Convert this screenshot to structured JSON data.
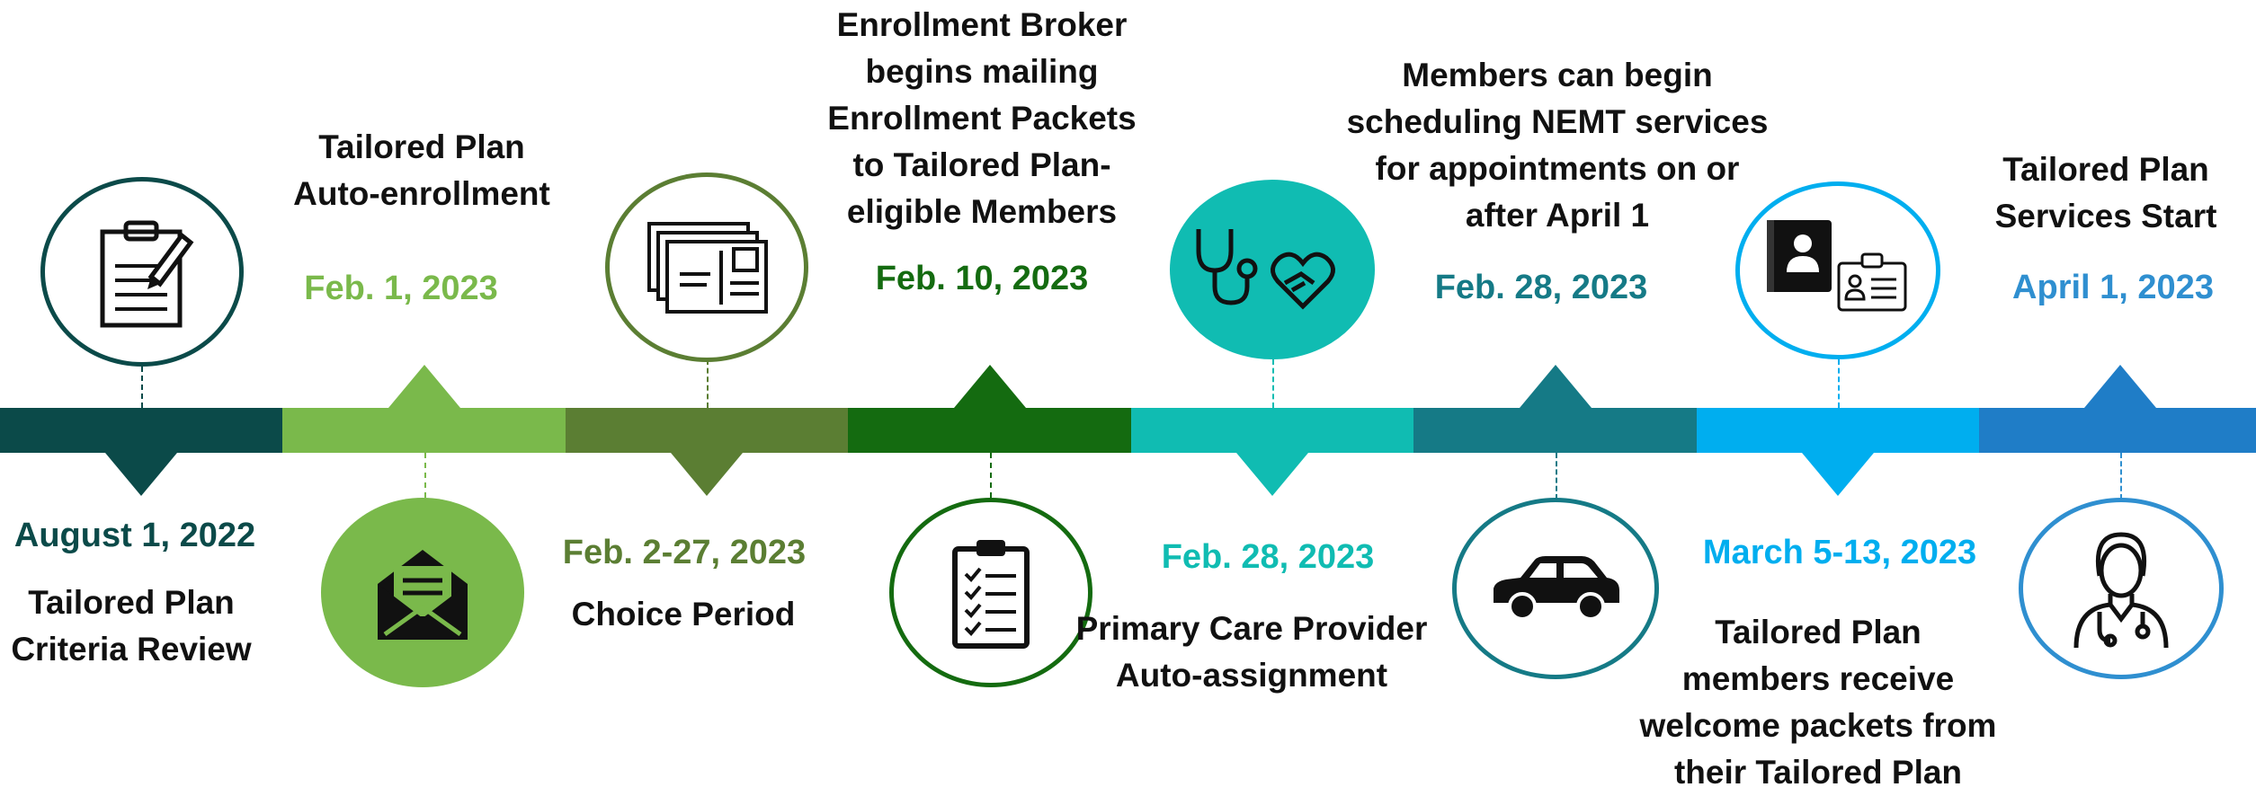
{
  "colors": {
    "c1": "#0b4a49",
    "c2": "#7ab94b",
    "c3": "#5b7e33",
    "c4": "#146b10",
    "c5": "#10bcb2",
    "c6": "#157a86",
    "c7": "#00aeef",
    "c8": "#2f8fd0"
  },
  "milestones": [
    {
      "date": "August 1, 2022",
      "label": "Tailored Plan Criteria Review",
      "icon": "clipboard-pencil-icon"
    },
    {
      "date": "Feb. 1, 2023",
      "label": "Tailored Plan Auto-enrollment",
      "icon": "open-envelope-icon"
    },
    {
      "date": "Feb. 2-27, 2023",
      "label": "Choice Period",
      "icon": "postcards-icon"
    },
    {
      "date": "Feb. 10, 2023",
      "label": "Enrollment Broker begins mailing Enrollment Packets to Tailored Plan-eligible Members",
      "icon": "checklist-icon"
    },
    {
      "date": "Feb. 28, 2023",
      "label": "Primary Care Provider Auto-assignment",
      "icon": "stethoscope-heart-icon"
    },
    {
      "date": "Feb. 28, 2023",
      "label": "Members can begin scheduling NEMT services for appointments on or after April 1",
      "icon": "car-icon"
    },
    {
      "date": "March 5-13, 2023",
      "label": "Tailored Plan members receive welcome packets from their Tailored Plan",
      "icon": "member-card-icon"
    },
    {
      "date": "April 1, 2023",
      "label": "Tailored Plan Services Start",
      "icon": "doctor-icon"
    }
  ],
  "text": {
    "m1_label_l1": "Tailored Plan",
    "m1_label_l2": "Criteria Review",
    "m2_label_l1": "Tailored Plan",
    "m2_label_l2": "Auto-enrollment",
    "m4_label_l1": "Enrollment Broker",
    "m4_label_l2": "begins mailing",
    "m4_label_l3": "Enrollment Packets",
    "m4_label_l4": "to Tailored Plan-",
    "m4_label_l5": "eligible Members",
    "m5_label_l1": "Primary Care Provider",
    "m5_label_l2": "Auto-assignment",
    "m6_label_l1": "Members can begin",
    "m6_label_l2": "scheduling NEMT services",
    "m6_label_l3": "for appointments on or",
    "m6_label_l4": "after April 1",
    "m7_label_l1": "Tailored Plan",
    "m7_label_l2": "members receive",
    "m7_label_l3": "welcome packets from",
    "m7_label_l4": "their Tailored Plan",
    "m8_label_l1": "Tailored Plan",
    "m8_label_l2": "Services Start"
  }
}
